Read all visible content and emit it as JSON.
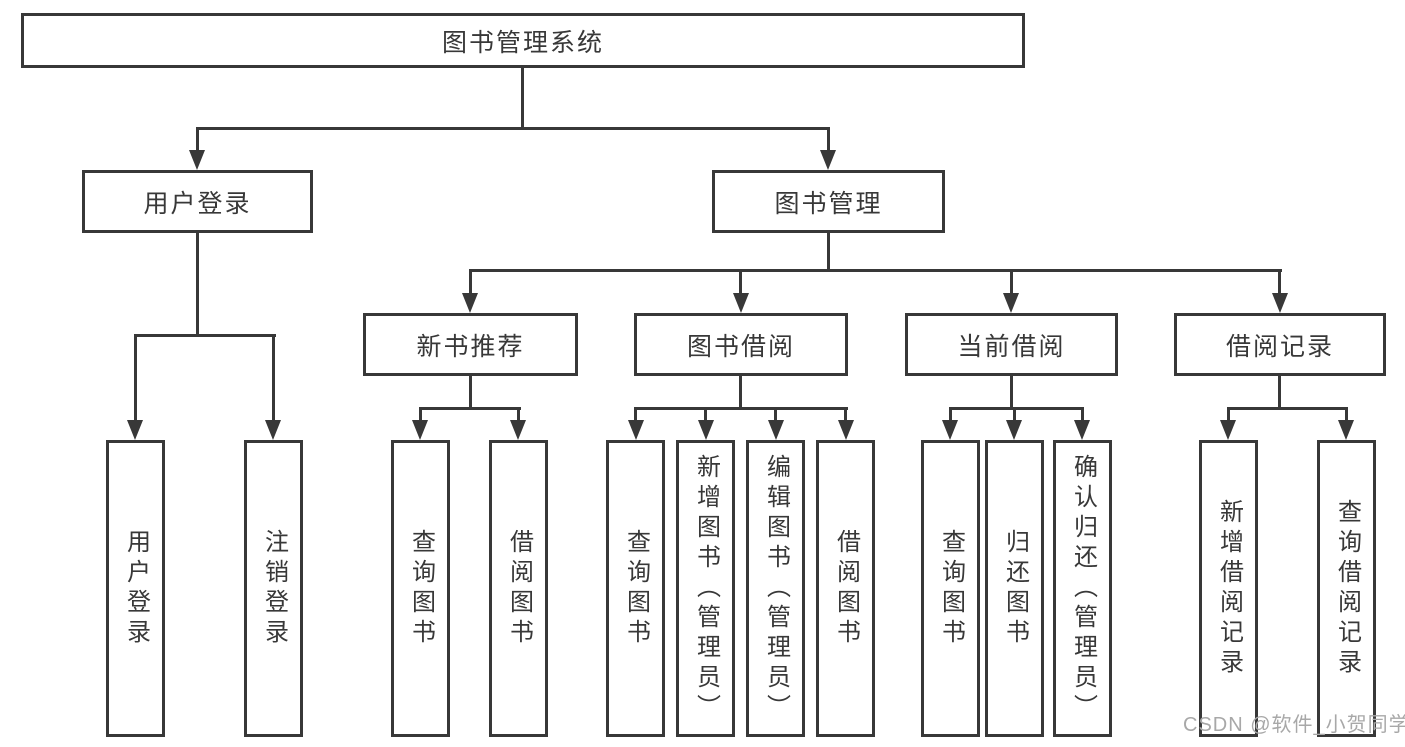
{
  "colors": {
    "line": "#383838",
    "text": "#383838",
    "box_background": "#ffffff",
    "watermark": "#a8a8a8",
    "background": "#ffffff"
  },
  "watermark": {
    "text": "CSDN @软件_小贺同学"
  },
  "tree": {
    "root": {
      "label": "图书管理系统"
    },
    "children": [
      {
        "label": "用户登录",
        "children": [
          {
            "label": "用户登录"
          },
          {
            "label": "注销登录"
          }
        ]
      },
      {
        "label": "图书管理",
        "children": [
          {
            "label": "新书推荐",
            "children": [
              {
                "label": "查询图书"
              },
              {
                "label": "借阅图书"
              }
            ]
          },
          {
            "label": "图书借阅",
            "children": [
              {
                "label": "查询图书"
              },
              {
                "label": "新增图书（管理员）"
              },
              {
                "label": "编辑图书（管理员）"
              },
              {
                "label": "借阅图书"
              }
            ]
          },
          {
            "label": "当前借阅",
            "children": [
              {
                "label": "查询图书"
              },
              {
                "label": "归还图书"
              },
              {
                "label": "确认归还（管理员）"
              }
            ]
          },
          {
            "label": "借阅记录",
            "children": [
              {
                "label": "新增借阅记录"
              },
              {
                "label": "查询借阅记录"
              }
            ]
          }
        ]
      }
    ]
  }
}
